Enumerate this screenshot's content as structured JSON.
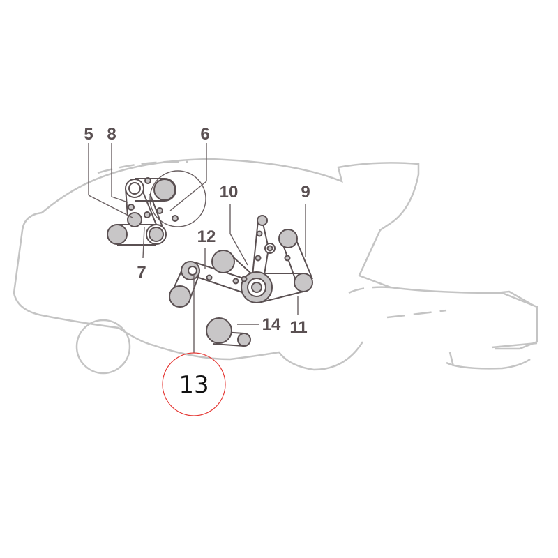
{
  "diagram": {
    "labels": {
      "l5": "5",
      "l8": "8",
      "l6": "6",
      "l10": "10",
      "l9": "9",
      "l12": "12",
      "l7": "7",
      "l14": "14",
      "l11": "11"
    },
    "callout": {
      "text": "13",
      "color": "#e53935"
    }
  }
}
